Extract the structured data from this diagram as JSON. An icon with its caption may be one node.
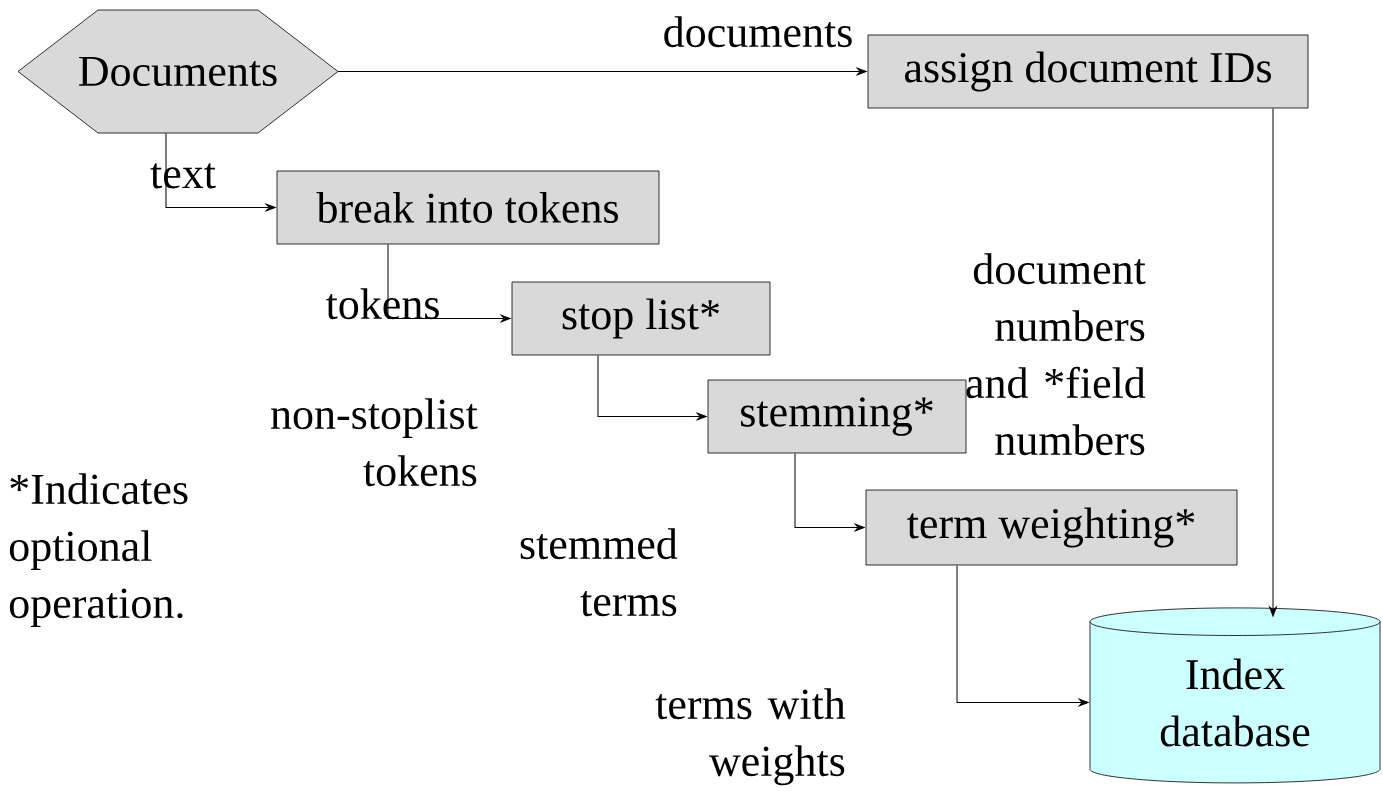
{
  "diagram": {
    "nodes": [
      {
        "text": [
          "Documents"
        ]
      },
      {
        "text": [
          "assign document IDs"
        ]
      },
      {
        "text": [
          "break into tokens"
        ]
      },
      {
        "text": [
          "stop list*"
        ]
      },
      {
        "text": [
          "stemming*"
        ]
      },
      {
        "text": [
          "term weighting*"
        ]
      },
      {
        "text": [
          "Index database"
        ]
      }
    ],
    "edges": [
      {
        "from": 0,
        "to": 1,
        "arrow": "to",
        "label": "documents"
      },
      {
        "from": 0,
        "to": 2,
        "arrow": "to",
        "label": "text"
      },
      {
        "from": 2,
        "to": 3,
        "arrow": "to",
        "label": "tokens"
      },
      {
        "from": 3,
        "to": 4,
        "arrow": "to",
        "label": "non-stoplist tokens"
      },
      {
        "from": 4,
        "to": 5,
        "arrow": "to",
        "label": "stemmed terms"
      },
      {
        "from": 5,
        "to": 6,
        "arrow": "to",
        "label": "terms with weights"
      },
      {
        "from": 1,
        "to": 6,
        "arrow": "to",
        "label": "document numbers and *field numbers"
      }
    ],
    "labels": [
      "*Indicates optional operation."
    ]
  }
}
